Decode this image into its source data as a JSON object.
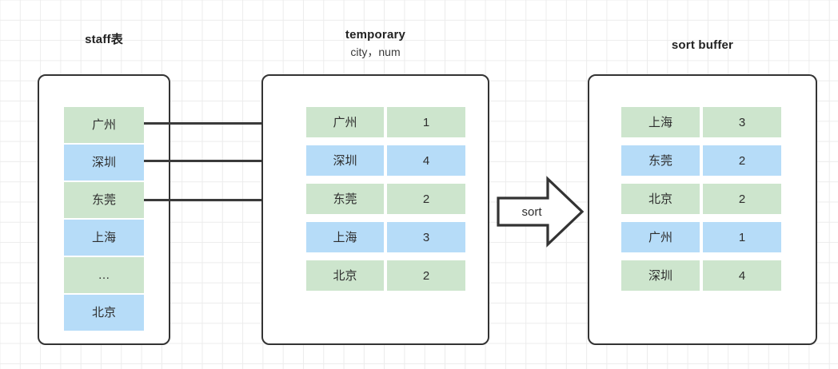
{
  "diagram": {
    "panels": [
      {
        "key": "staff",
        "title": "staff表",
        "subtitle": "",
        "columns": 1,
        "rows": [
          {
            "city": "广州",
            "color": "green"
          },
          {
            "city": "深圳",
            "color": "blue"
          },
          {
            "city": "东莞",
            "color": "green"
          },
          {
            "city": "上海",
            "color": "blue"
          },
          {
            "city": "…",
            "color": "green"
          },
          {
            "city": "北京",
            "color": "blue"
          }
        ]
      },
      {
        "key": "temporary",
        "title": "temporary",
        "subtitle": "city，num",
        "columns": 2,
        "rows": [
          {
            "city": "广州",
            "num": "1",
            "color": "green"
          },
          {
            "city": "深圳",
            "num": "4",
            "color": "blue"
          },
          {
            "city": "东莞",
            "num": "2",
            "color": "green"
          },
          {
            "city": "上海",
            "num": "3",
            "color": "blue"
          },
          {
            "city": "北京",
            "num": "2",
            "color": "green"
          }
        ]
      },
      {
        "key": "sortbuffer",
        "title": "sort buffer",
        "subtitle": "",
        "columns": 2,
        "rows": [
          {
            "city": "上海",
            "num": "3",
            "color": "green"
          },
          {
            "city": "东莞",
            "num": "2",
            "color": "blue"
          },
          {
            "city": "北京",
            "num": "2",
            "color": "green"
          },
          {
            "city": "广州",
            "num": "1",
            "color": "blue"
          },
          {
            "city": "深圳",
            "num": "4",
            "color": "green"
          }
        ]
      }
    ],
    "sort_arrow": {
      "label": "sort"
    },
    "connectors": [
      {
        "from": "广州",
        "to": "广州"
      },
      {
        "from": "深圳",
        "to": "深圳"
      },
      {
        "from": "东莞",
        "to": "东莞"
      }
    ],
    "colors": {
      "green": "#cde5cd",
      "blue": "#b6dcf8",
      "border": "#333333",
      "arrow": "#3a3a3a",
      "grid": "#ececec",
      "text": "#2e2e2e"
    }
  }
}
